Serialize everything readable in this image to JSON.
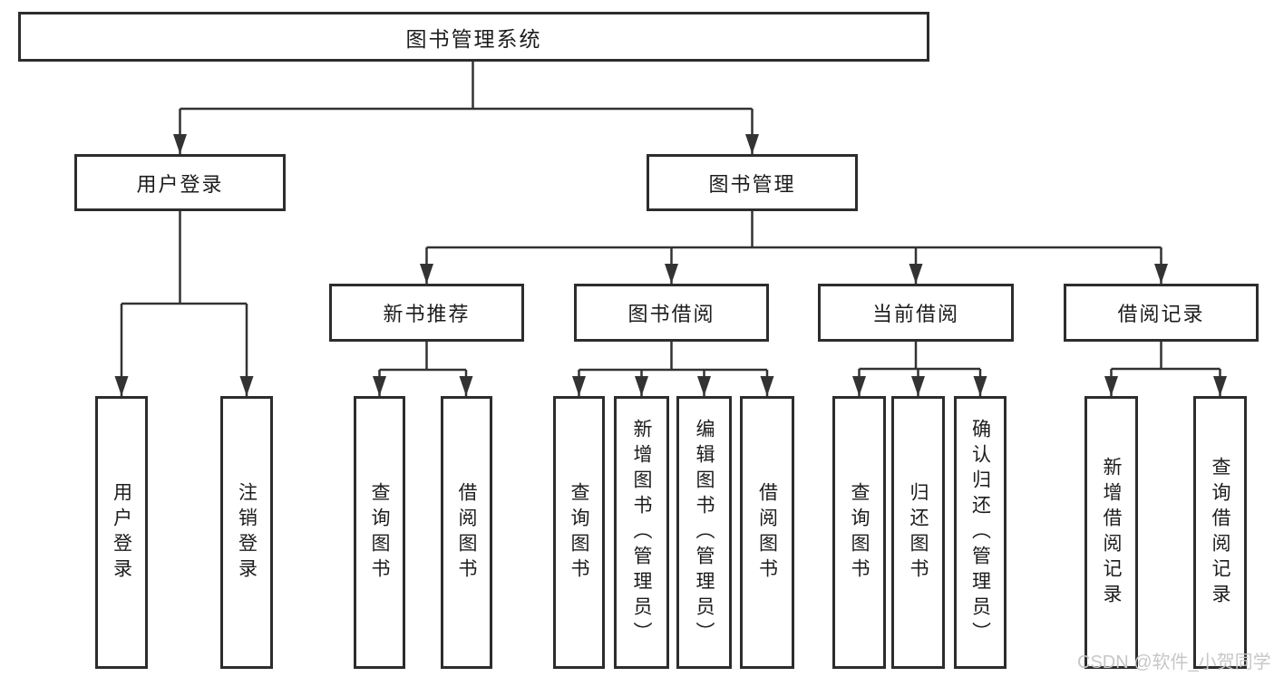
{
  "diagram": {
    "title": "图书管理系统",
    "watermark": "CSDN @软件_小贺同学",
    "colors": {
      "line": "#333333",
      "box_border": "#2d2d2d",
      "box_fill": "#ffffff",
      "text": "#1c1c1c",
      "watermark": "#c7c7c7"
    },
    "nodes": {
      "root": {
        "label": "图书管理系统"
      },
      "user_login_group": {
        "label": "用户登录"
      },
      "book_mgmt": {
        "label": "图书管理"
      },
      "new_book_rec": {
        "label": "新书推荐"
      },
      "book_borrow": {
        "label": "图书借阅"
      },
      "current_borrow": {
        "label": "当前借阅"
      },
      "borrow_records": {
        "label": "借阅记录"
      },
      "user_login": {
        "label": "用户登录"
      },
      "logout": {
        "label": "注销登录"
      },
      "nbr_query_book": {
        "label": "查询图书"
      },
      "nbr_borrow_book": {
        "label": "借阅图书"
      },
      "bb_query_book": {
        "label": "查询图书"
      },
      "bb_add_book": {
        "label": "新增图书（管理员）"
      },
      "bb_edit_book": {
        "label": "编辑图书（管理员）"
      },
      "bb_borrow_book": {
        "label": "借阅图书"
      },
      "cb_query_book": {
        "label": "查询图书"
      },
      "cb_return_book": {
        "label": "归还图书"
      },
      "cb_confirm_return": {
        "label": "确认归还（管理员）"
      },
      "br_add_record": {
        "label": "新增借阅记录"
      },
      "br_query_record": {
        "label": "查询借阅记录"
      }
    }
  }
}
